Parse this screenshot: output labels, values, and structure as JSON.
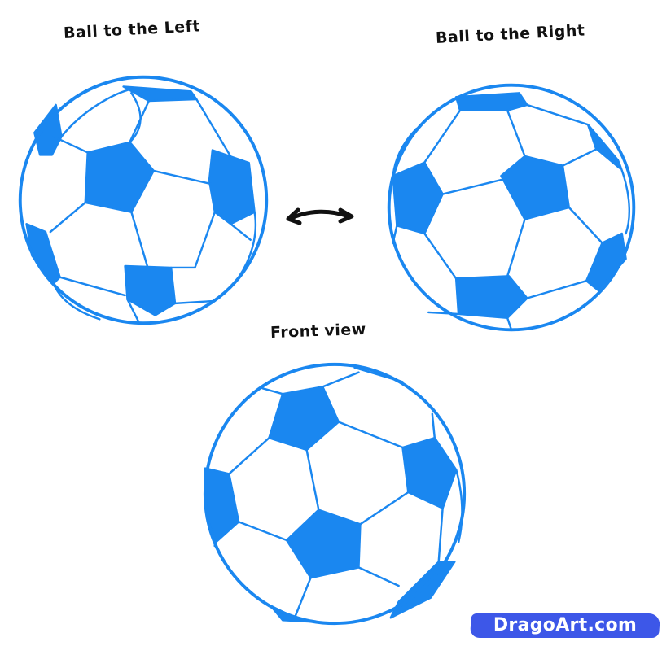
{
  "labels": {
    "left": "Ball to the Left",
    "right": "Ball to the Right",
    "front": "Front view"
  },
  "arrow": {
    "icon": "double-headed-arrow-icon",
    "meaning": "rotate left/right"
  },
  "watermark": {
    "text": "DragoArt.com",
    "bg_color": "#3d57e8",
    "text_color": "#ffffff"
  },
  "colors": {
    "ball_blue": "#1a87f0",
    "ink": "#111111",
    "background": "#ffffff"
  }
}
